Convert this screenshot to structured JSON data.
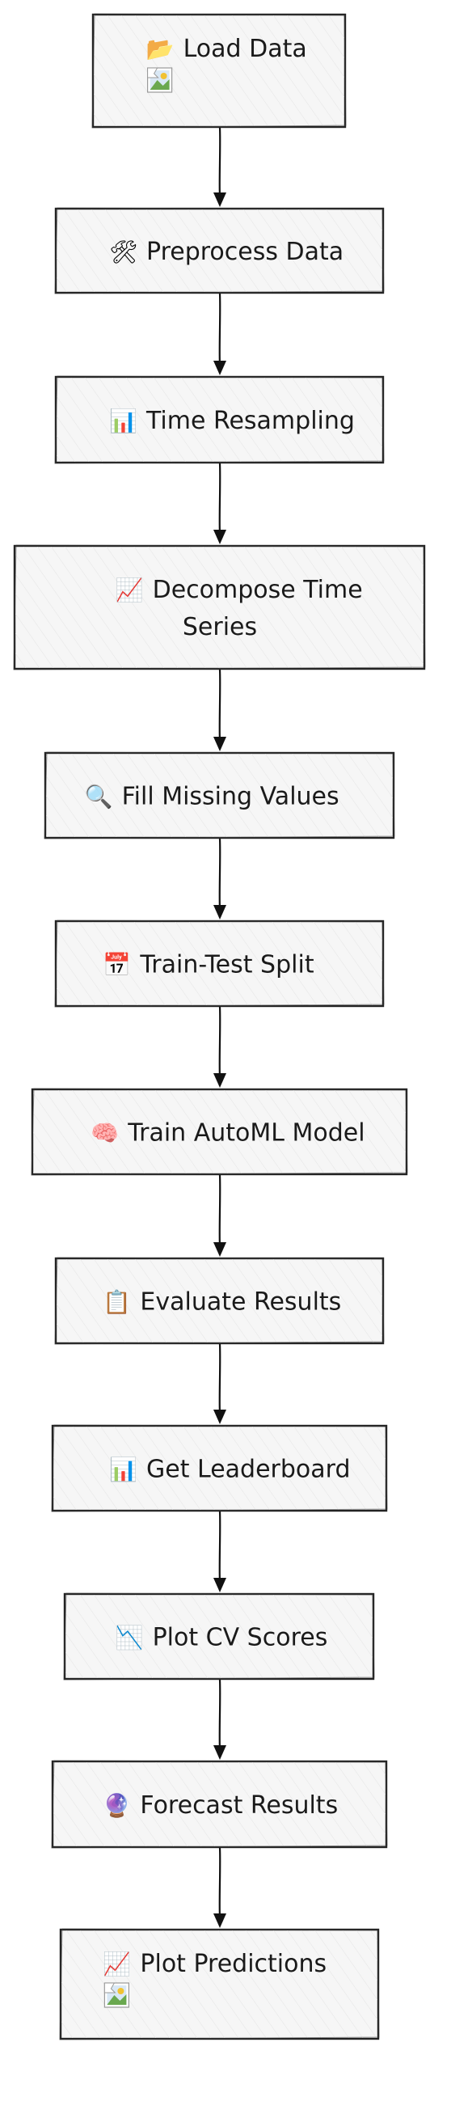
{
  "nodes": [
    {
      "id": "load",
      "label": "Load Data",
      "icon": "📂",
      "icon_name": "folder-icon",
      "has_image": true
    },
    {
      "id": "preprocess",
      "label": "Preprocess Data",
      "icon": "🛠",
      "icon_name": "hammer-wrench-icon",
      "has_image": false
    },
    {
      "id": "resample",
      "label": "Time Resampling",
      "icon": "📊",
      "icon_name": "bar-chart-icon",
      "has_image": false
    },
    {
      "id": "decompose",
      "label_lines": [
        "Decompose Time",
        "Series"
      ],
      "icon": "📈",
      "icon_name": "chart-increasing-icon",
      "has_image": false
    },
    {
      "id": "fill",
      "label": "Fill Missing Values",
      "icon": "🔍",
      "icon_name": "magnifier-icon",
      "has_image": false
    },
    {
      "id": "split",
      "label": "Train-Test Split",
      "icon": "📅",
      "icon_name": "calendar-icon",
      "has_image": false
    },
    {
      "id": "train",
      "label": "Train AutoML Model",
      "icon": "🧠",
      "icon_name": "brain-icon",
      "has_image": false
    },
    {
      "id": "evaluate",
      "label": "Evaluate Results",
      "icon": "📋",
      "icon_name": "clipboard-icon",
      "has_image": false
    },
    {
      "id": "leaderboard",
      "label": "Get Leaderboard",
      "icon": "📊",
      "icon_name": "bar-chart-icon",
      "has_image": false
    },
    {
      "id": "cv",
      "label": "Plot CV Scores",
      "icon": "📉",
      "icon_name": "chart-decreasing-icon",
      "has_image": false
    },
    {
      "id": "forecast",
      "label": "Forecast Results",
      "icon": "🔮",
      "icon_name": "crystal-ball-icon",
      "has_image": false
    },
    {
      "id": "predict",
      "label": "Plot Predictions",
      "icon": "📈",
      "icon_name": "chart-increasing-icon",
      "has_image": true
    }
  ],
  "edges": [
    {
      "from": "load",
      "to": "preprocess"
    },
    {
      "from": "preprocess",
      "to": "resample"
    },
    {
      "from": "resample",
      "to": "decompose"
    },
    {
      "from": "decompose",
      "to": "fill"
    },
    {
      "from": "fill",
      "to": "split"
    },
    {
      "from": "split",
      "to": "train"
    },
    {
      "from": "train",
      "to": "evaluate"
    },
    {
      "from": "evaluate",
      "to": "leaderboard"
    },
    {
      "from": "leaderboard",
      "to": "cv"
    },
    {
      "from": "cv",
      "to": "forecast"
    },
    {
      "from": "forecast",
      "to": "predict"
    }
  ],
  "colors": {
    "node_fill": "#f6f6f6",
    "node_stroke": "#222222",
    "edge": "#111111",
    "text": "#1a1a1a"
  }
}
